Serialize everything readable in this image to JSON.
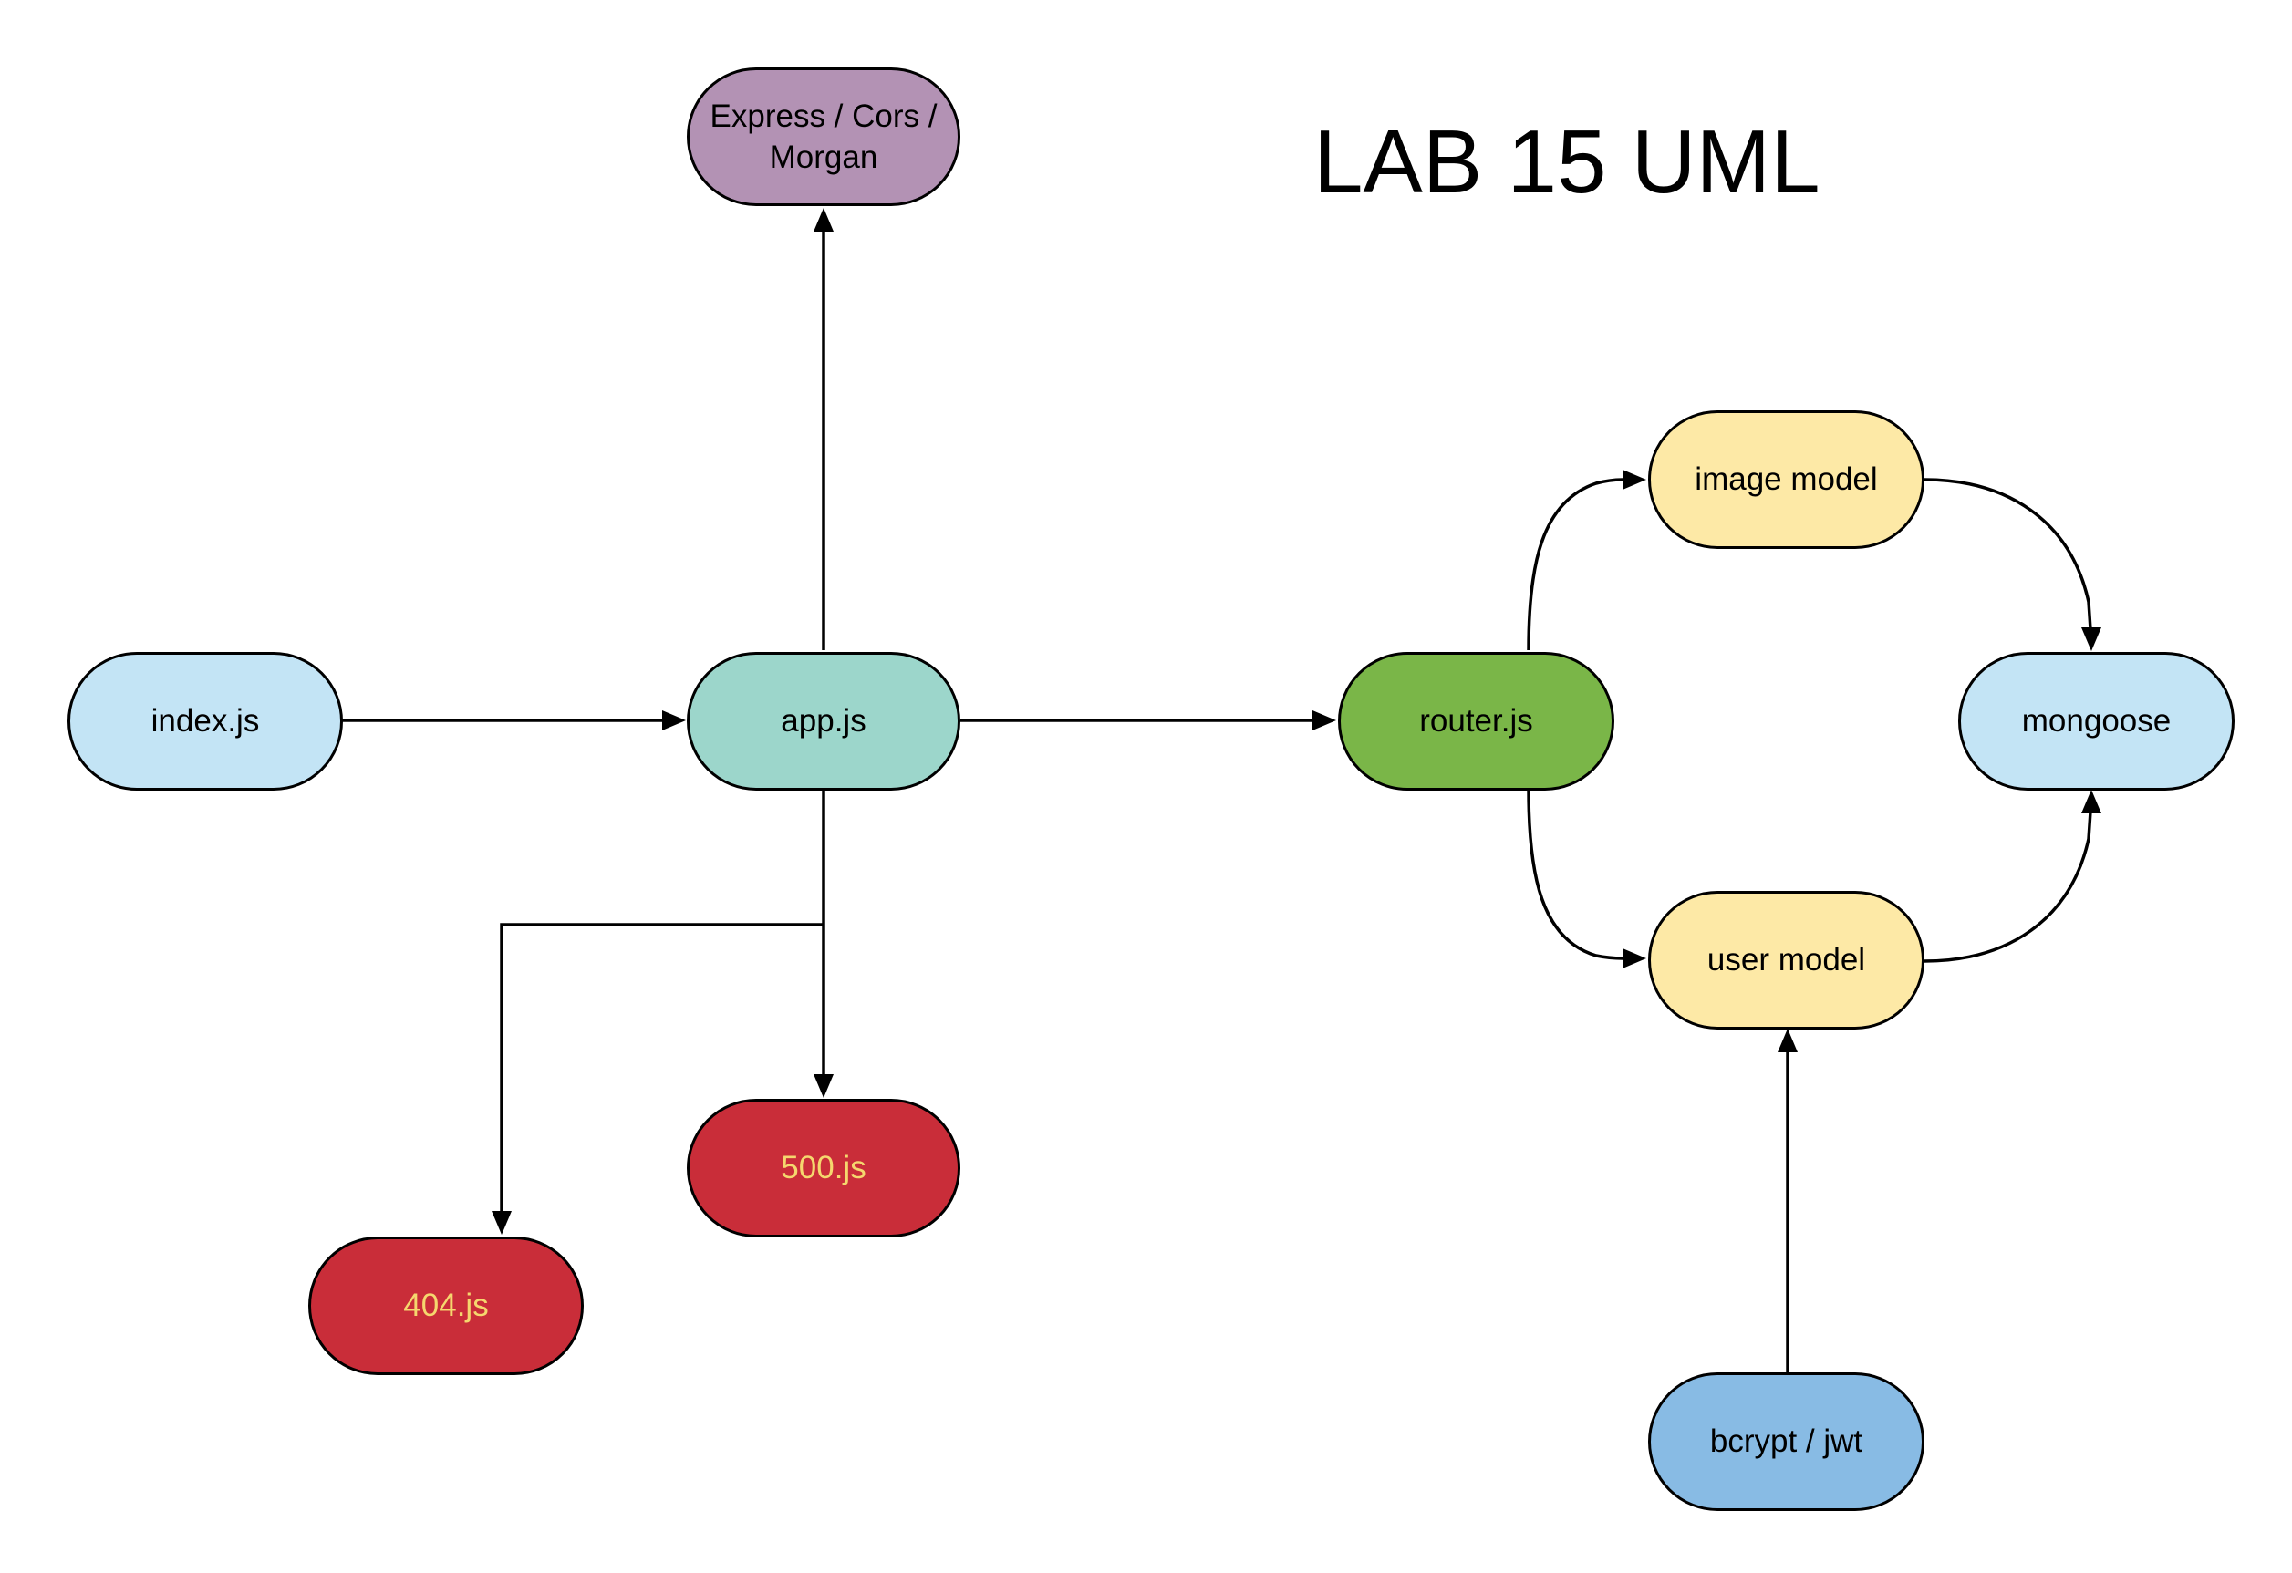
{
  "title": "LAB 15 UML",
  "nodes": {
    "express": {
      "label": "Express / Cors / Morgan",
      "color": "#b392b4"
    },
    "index": {
      "label": "index.js",
      "color": "#c3e4f5"
    },
    "app": {
      "label": "app.js",
      "color": "#9cd6cb"
    },
    "router": {
      "label": "router.js",
      "color": "#7ab648"
    },
    "image_model": {
      "label": "image model",
      "color": "#fde9a6"
    },
    "user_model": {
      "label": "user model",
      "color": "#fde9a6"
    },
    "mongoose": {
      "label": "mongoose",
      "color": "#c3e4f5"
    },
    "bcrypt": {
      "label": "bcrypt / jwt",
      "color": "#88bbe4"
    },
    "err500": {
      "label": "500.js",
      "color": "#c92d39",
      "text_color": "#f5d76e"
    },
    "err404": {
      "label": "404.js",
      "color": "#c92d39",
      "text_color": "#f5d76e"
    }
  },
  "edges": [
    {
      "from": "index",
      "to": "app"
    },
    {
      "from": "app",
      "to": "express"
    },
    {
      "from": "app",
      "to": "router"
    },
    {
      "from": "app",
      "to": "err500"
    },
    {
      "from": "app",
      "to": "err404"
    },
    {
      "from": "router",
      "to": "image_model"
    },
    {
      "from": "router",
      "to": "user_model"
    },
    {
      "from": "image_model",
      "to": "mongoose"
    },
    {
      "from": "user_model",
      "to": "mongoose"
    },
    {
      "from": "bcrypt",
      "to": "user_model"
    }
  ]
}
